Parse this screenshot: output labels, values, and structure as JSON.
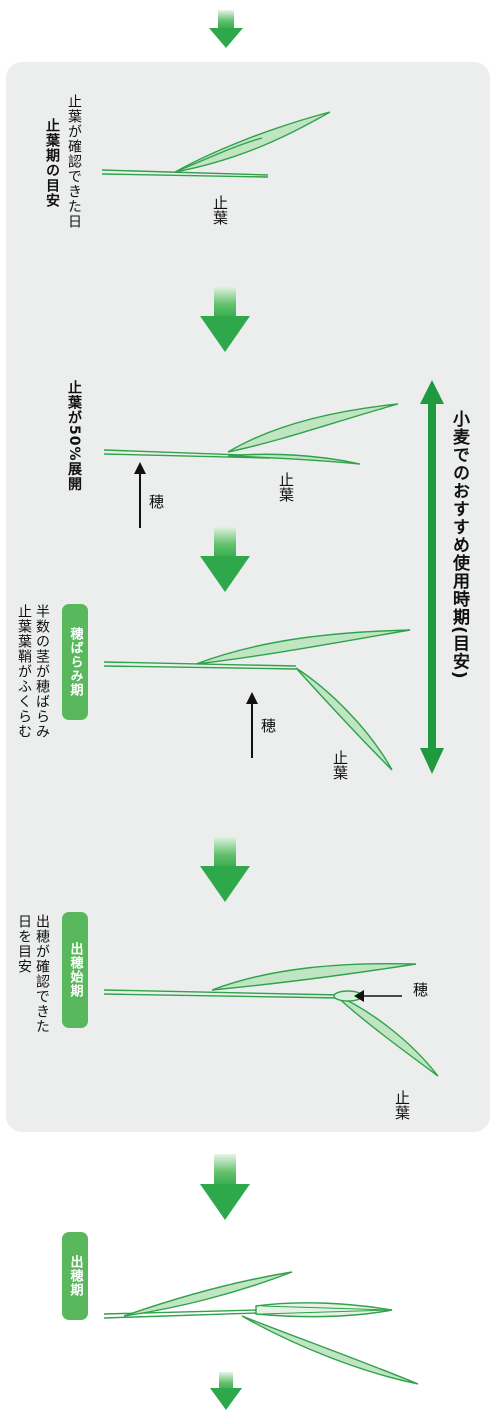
{
  "colors": {
    "accent": "#22a847",
    "badge": "#59b75c",
    "panel": "#eceeed"
  },
  "period_label": "小麦でのおすすめ使用時期(目安)",
  "stages": [
    {
      "title": "止葉期の目安",
      "desc": "止葉が確認できた日",
      "leaf_label": "止葉"
    },
    {
      "desc": "止葉が50%展開",
      "leaf_label": "止葉",
      "ear_label": "穂"
    },
    {
      "badge": "穂ばらみ期",
      "desc_1": "半数の茎が穂ばらみ",
      "desc_2": "止葉葉鞘がふくらむ",
      "leaf_label": "止葉",
      "ear_label": "穂"
    },
    {
      "badge": "出穂始期",
      "desc_1": "出穂が確認できた",
      "desc_2": "日を目安",
      "leaf_label": "止葉",
      "ear_label": "穂"
    },
    {
      "badge": "出穂期"
    }
  ],
  "icons": [
    "flow-arrow-icon",
    "period-double-arrow-icon",
    "ear-pointer-arrow-icon"
  ]
}
